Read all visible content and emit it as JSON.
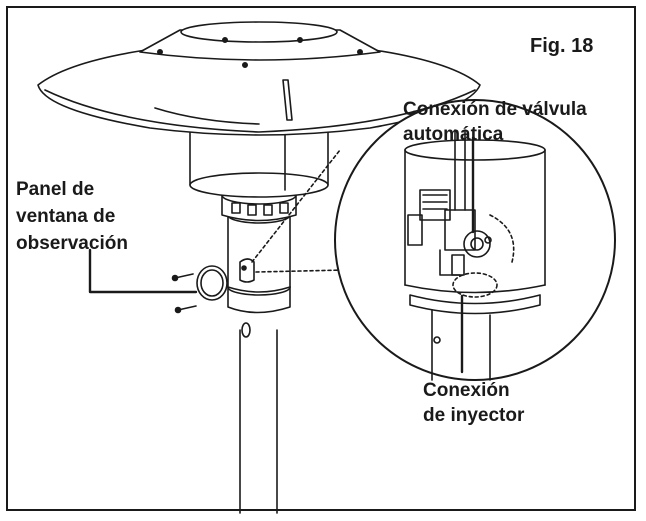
{
  "figure": {
    "number_label": "Fig. 18"
  },
  "callouts": {
    "viewing_panel": {
      "lines": [
        "Panel de",
        "ventana de",
        "observación"
      ]
    },
    "auto_valve_connection": {
      "lines": [
        "Conexión de válvula",
        "automática"
      ]
    },
    "injector_connection": {
      "lines": [
        "Conexión",
        "de inyector"
      ]
    }
  },
  "colors": {
    "ink": "#1a1a1a",
    "paper": "#ffffff"
  }
}
